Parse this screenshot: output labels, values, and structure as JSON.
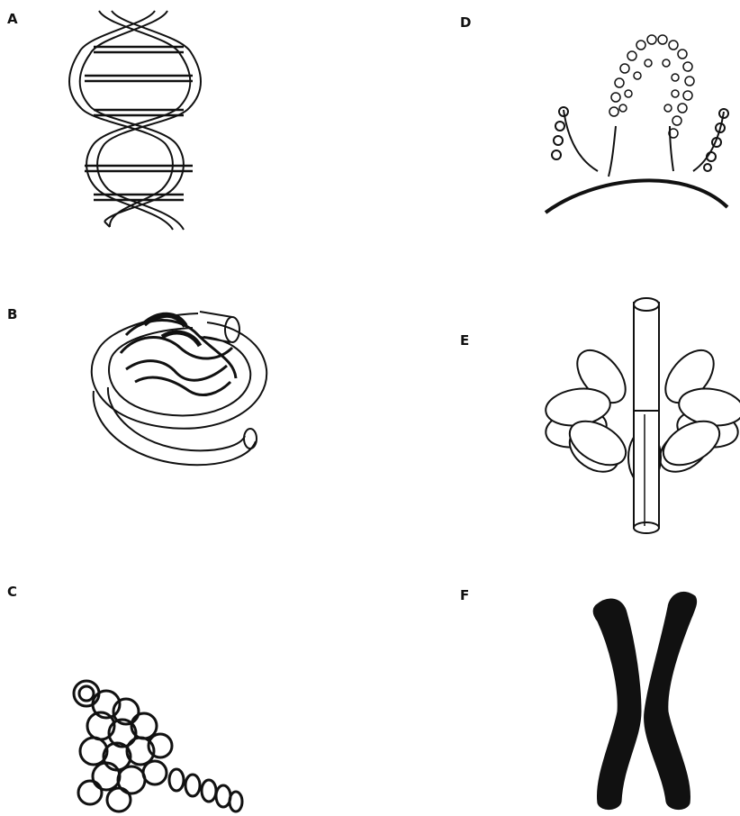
{
  "panels": [
    {
      "label": "A",
      "depicts": "dna-double-helix"
    },
    {
      "label": "B",
      "depicts": "solenoid-coil"
    },
    {
      "label": "C",
      "depicts": "nucleosome-fiber"
    },
    {
      "label": "D",
      "depicts": "chromatin-loop"
    },
    {
      "label": "E",
      "depicts": "rosette-scaffold"
    },
    {
      "label": "F",
      "depicts": "metaphase-chromosome"
    }
  ],
  "colors": {
    "ink": "#111111",
    "background": "#ffffff"
  }
}
